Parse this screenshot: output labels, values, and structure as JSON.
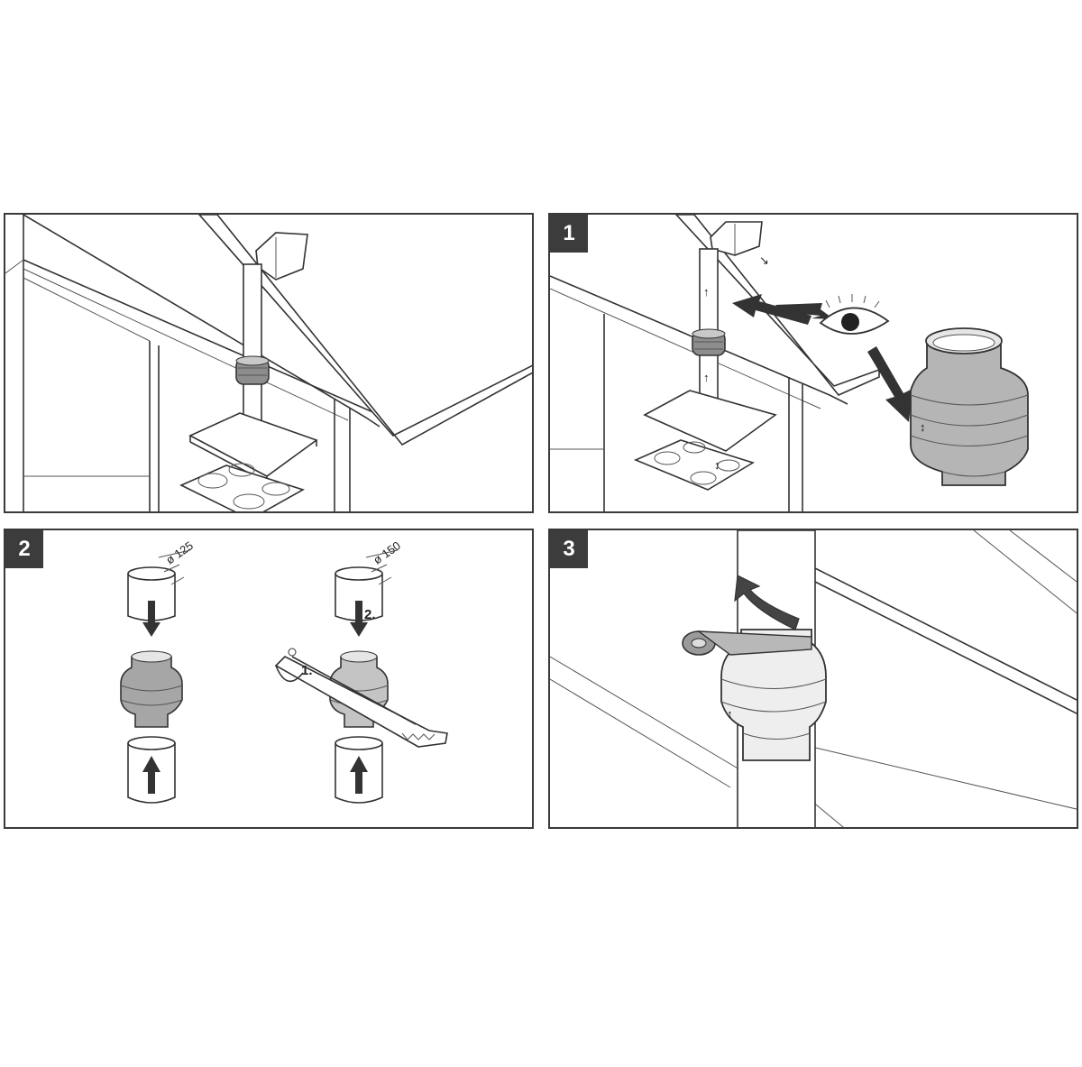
{
  "steps": [
    {
      "badge": ""
    },
    {
      "badge": "1"
    },
    {
      "badge": "2"
    },
    {
      "badge": "3"
    }
  ],
  "step2": {
    "left_diameter": "ø 125",
    "right_diameter": "ø 150",
    "label_cut": "1.",
    "label_insert": "2."
  },
  "colors": {
    "border": "#3a3a3a",
    "badge_bg": "#3c3c3c",
    "arrow": "#333333",
    "fan_shade": "#9a9a9a"
  }
}
